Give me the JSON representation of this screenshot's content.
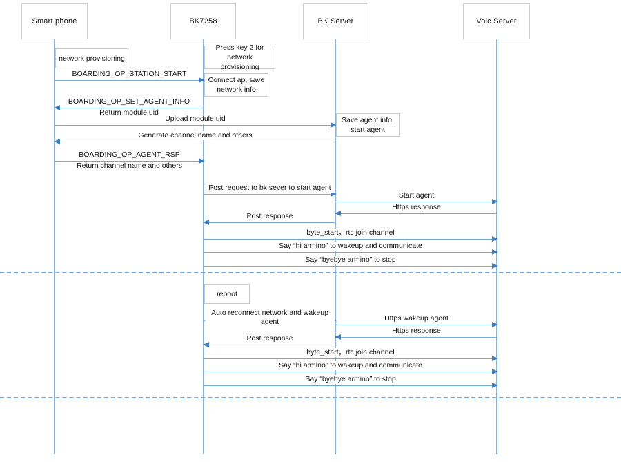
{
  "diagram": {
    "title": "BK7258 agent provisioning sequence diagram",
    "accent_color": "#6fa8dc",
    "arrow_color": "#3f7fbf",
    "box_border_color": "#c8c8c8",
    "background": "#ffffff"
  },
  "actors": [
    {
      "id": "phone",
      "label": "Smart phone"
    },
    {
      "id": "bk7258",
      "label": "BK7258"
    },
    {
      "id": "bksrv",
      "label": "BK Server"
    },
    {
      "id": "volc",
      "label": "Volc Server"
    }
  ],
  "notes": [
    {
      "id": "note-network-provisioning",
      "text": "network provisioning"
    },
    {
      "id": "note-press-key-2",
      "line1": "Press key 2 for",
      "line2": "network provisioning"
    },
    {
      "id": "note-connect-ap",
      "line1": "Connect ap, save",
      "line2": "network info"
    },
    {
      "id": "note-save-agent-info",
      "line1": "Save agent info,",
      "line2": "start agent"
    },
    {
      "id": "note-reboot",
      "text": "reboot"
    }
  ],
  "messages": [
    {
      "id": "m1",
      "label": "BOARDING_OP_STATION_START",
      "sub": ""
    },
    {
      "id": "m2",
      "label": "BOARDING_OP_SET_AGENT_INFO",
      "sub": "Return module uid"
    },
    {
      "id": "m3",
      "label": "Upload module uid",
      "sub": ""
    },
    {
      "id": "m4",
      "label": "Generate channel name and others",
      "sub": ""
    },
    {
      "id": "m5",
      "label": "BOARDING_OP_AGENT_RSP",
      "sub": "Return channel name and others"
    },
    {
      "id": "m6",
      "label": "Post request to bk sever to start agent",
      "sub": ""
    },
    {
      "id": "m7",
      "label": "Start agent",
      "sub": ""
    },
    {
      "id": "m8",
      "label": "Https response",
      "sub": ""
    },
    {
      "id": "m9",
      "label": "Post response",
      "sub": ""
    },
    {
      "id": "m10",
      "label": "byte_start，rtc join channel",
      "sub": ""
    },
    {
      "id": "m11",
      "label": "Say “hi armino” to wakeup and communicate",
      "sub": ""
    },
    {
      "id": "m12",
      "label": "Say “byebye armino” to stop",
      "sub": ""
    },
    {
      "id": "m13",
      "label": "Auto reconnect network and wakeup agent",
      "sub": ""
    },
    {
      "id": "m14",
      "label": "Https wakeup agent",
      "sub": ""
    },
    {
      "id": "m15",
      "label": "Https response",
      "sub": ""
    },
    {
      "id": "m16",
      "label": "Post response",
      "sub": ""
    },
    {
      "id": "m17",
      "label": "byte_start，rtc join channel",
      "sub": ""
    },
    {
      "id": "m18",
      "label": "Say “hi armino” to wakeup and communicate",
      "sub": ""
    },
    {
      "id": "m19",
      "label": "Say “byebye armino” to stop",
      "sub": ""
    }
  ]
}
